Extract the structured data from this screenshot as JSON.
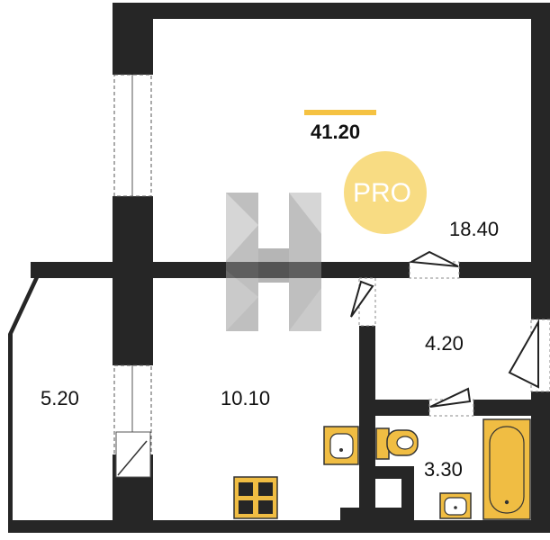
{
  "total": {
    "label": "41.20"
  },
  "badge": {
    "text": "PRO"
  },
  "rooms": [
    {
      "key": "living",
      "label": "18.40"
    },
    {
      "key": "balcony",
      "label": "5.20"
    },
    {
      "key": "kitchen",
      "label": "10.10"
    },
    {
      "key": "hallway",
      "label": "4.20"
    },
    {
      "key": "bathroom",
      "label": "3.30"
    }
  ],
  "colors": {
    "wall": "#262626",
    "accent": "#f5c242",
    "badge": "#f8dc83",
    "fixture": "#f0bd43",
    "watermark": "#7a7a7a"
  }
}
